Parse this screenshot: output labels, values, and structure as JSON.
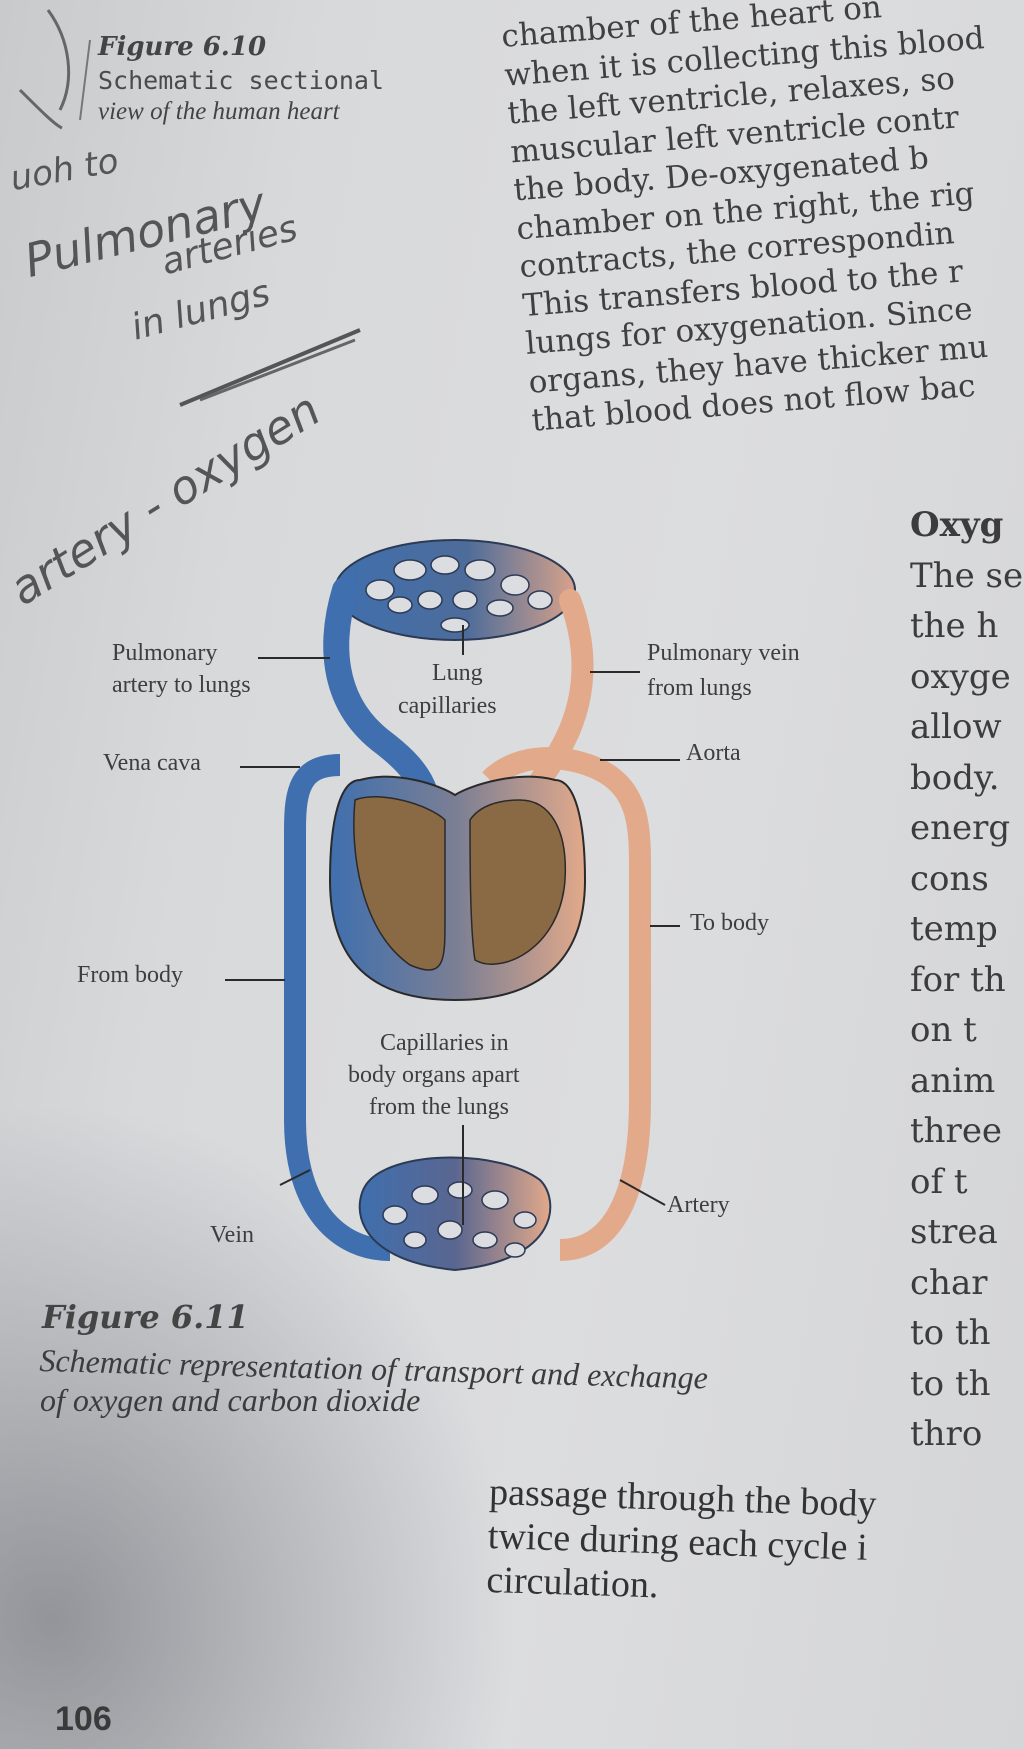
{
  "figure_6_10": {
    "title": "Figure 6.10",
    "caption_line1": "Schematic sectional",
    "caption_line2": "view of the human heart"
  },
  "handwritten_notes": {
    "note1_line1": "uoh to",
    "note1_line2": "Pulmonary",
    "note1_line3": "arteries",
    "note1_line4": "in lungs",
    "note2": "artery - oxygen"
  },
  "top_paragraph": {
    "lines": [
      "chamber of the heart on",
      "when it is collecting this blood",
      "the left ventricle, relaxes, so",
      "muscular left ventricle contr",
      "the body. De-oxygenated b",
      "chamber on the right, the rig",
      "contracts, the correspondin",
      "This transfers blood to the r",
      "lungs for oxygenation. Since",
      "organs, they have thicker mu",
      "that blood does not flow bac"
    ]
  },
  "right_column": {
    "heading": "Oxyg",
    "lines": [
      "The se",
      "the h",
      "oxyge",
      "allow",
      "body.",
      "energ",
      "cons",
      "temp",
      "for th",
      "on t",
      "anim",
      "three",
      "of t",
      "strea",
      "char",
      "to th",
      "to th",
      "thro"
    ]
  },
  "diagram": {
    "labels": {
      "pulmonary_artery_1": "Pulmonary",
      "pulmonary_artery_2": "artery to lungs",
      "lung_capillaries_1": "Lung",
      "lung_capillaries_2": "capillaries",
      "pulmonary_vein_1": "Pulmonary vein",
      "pulmonary_vein_2": "from lungs",
      "vena_cava": "Vena cava",
      "aorta": "Aorta",
      "to_body": "To body",
      "from_body": "From body",
      "body_capillaries_1": "Capillaries in",
      "body_capillaries_2": "body organs apart",
      "body_capillaries_3": "from the lungs",
      "vein": "Vein",
      "artery": "Artery"
    },
    "colors": {
      "deoxygenated": "#3f6fae",
      "oxygenated": "#e2a98a",
      "heart_muscle": "#8a6a45"
    }
  },
  "figure_6_11": {
    "title": "Figure 6.11",
    "caption_line1": "Schematic representation of transport and exchange",
    "caption_line2": "of oxygen and carbon dioxide"
  },
  "bottom_paragraph": {
    "lines": [
      "passage through the body",
      "twice during each cycle i",
      "circulation."
    ]
  },
  "page_number": "106"
}
